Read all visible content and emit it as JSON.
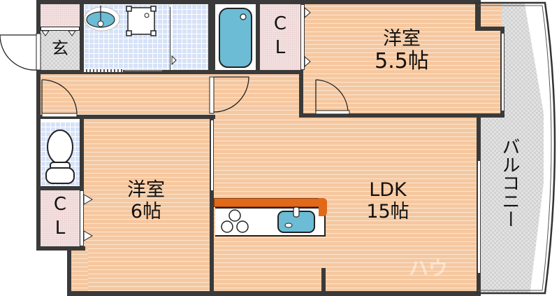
{
  "floorplan": {
    "rooms": {
      "western_room_a": {
        "name": "洋室",
        "size": "5.5帖"
      },
      "western_room_b": {
        "name": "洋室",
        "size": "6帖"
      },
      "ldk": {
        "name": "LDK",
        "size": "15帖"
      },
      "entrance": {
        "name": "玄"
      },
      "closet_top": {
        "line1": "C",
        "line2": "L"
      },
      "closet_left": {
        "line1": "C",
        "line2": "L"
      },
      "balcony": {
        "name": "バルコニー"
      }
    },
    "fixtures": [
      "washbasin",
      "washing-machine-pan",
      "bathtub",
      "toilet",
      "kitchen-sink",
      "gas-stove"
    ],
    "watermark": "ハウ",
    "colors": {
      "wall": "#3a3a3a",
      "flooring": "#f6c8a0",
      "wet_area_tile": "#d6e2f8",
      "closet": "#f2dede",
      "entrance_balcony": "#e2e2e2",
      "fixture_blue": "#6bbcd4",
      "counter_orange": "#e0691a"
    }
  }
}
